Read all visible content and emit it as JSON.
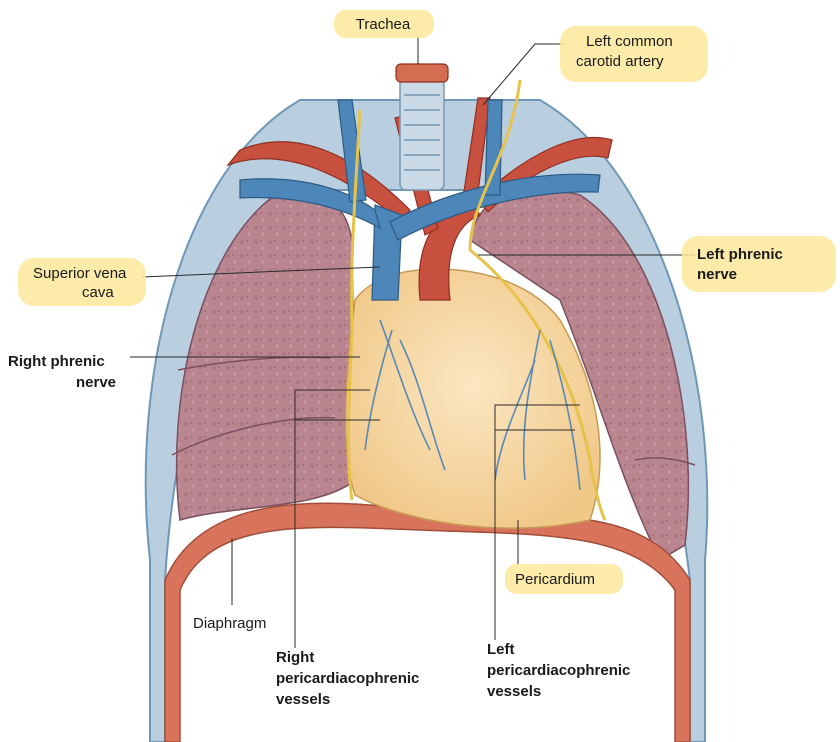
{
  "labels": {
    "trachea": "Trachea",
    "left_common_carotid_line1": "Left common",
    "left_common_carotid_line2": "carotid artery",
    "superior_vena_cava_line1": "Superior vena",
    "superior_vena_cava_line2": "cava",
    "left_phrenic_line1": "Left phrenic",
    "left_phrenic_line2": "nerve",
    "right_phrenic_line1": "Right phrenic",
    "right_phrenic_line2": "nerve",
    "diaphragm": "Diaphragm",
    "pericardium": "Pericardium",
    "right_pericardiacophrenic_line1": "Right",
    "right_pericardiacophrenic_line2": "pericardiacophrenic",
    "right_pericardiacophrenic_line3": "vessels",
    "left_pericardiacophrenic_line1": "Left",
    "left_pericardiacophrenic_line2": "pericardiacophrenic",
    "left_pericardiacophrenic_line3": "vessels"
  },
  "colors": {
    "pleura": "#b9cfe0",
    "lung": "#b9858f",
    "lung_dark": "#9e6a76",
    "vein": "#4d86b8",
    "artery": "#c8503e",
    "pericardium": "#f6d9a0",
    "nerve": "#e6c24a",
    "diaphragm": "#d9745c",
    "highlight": "#fbe79a"
  }
}
